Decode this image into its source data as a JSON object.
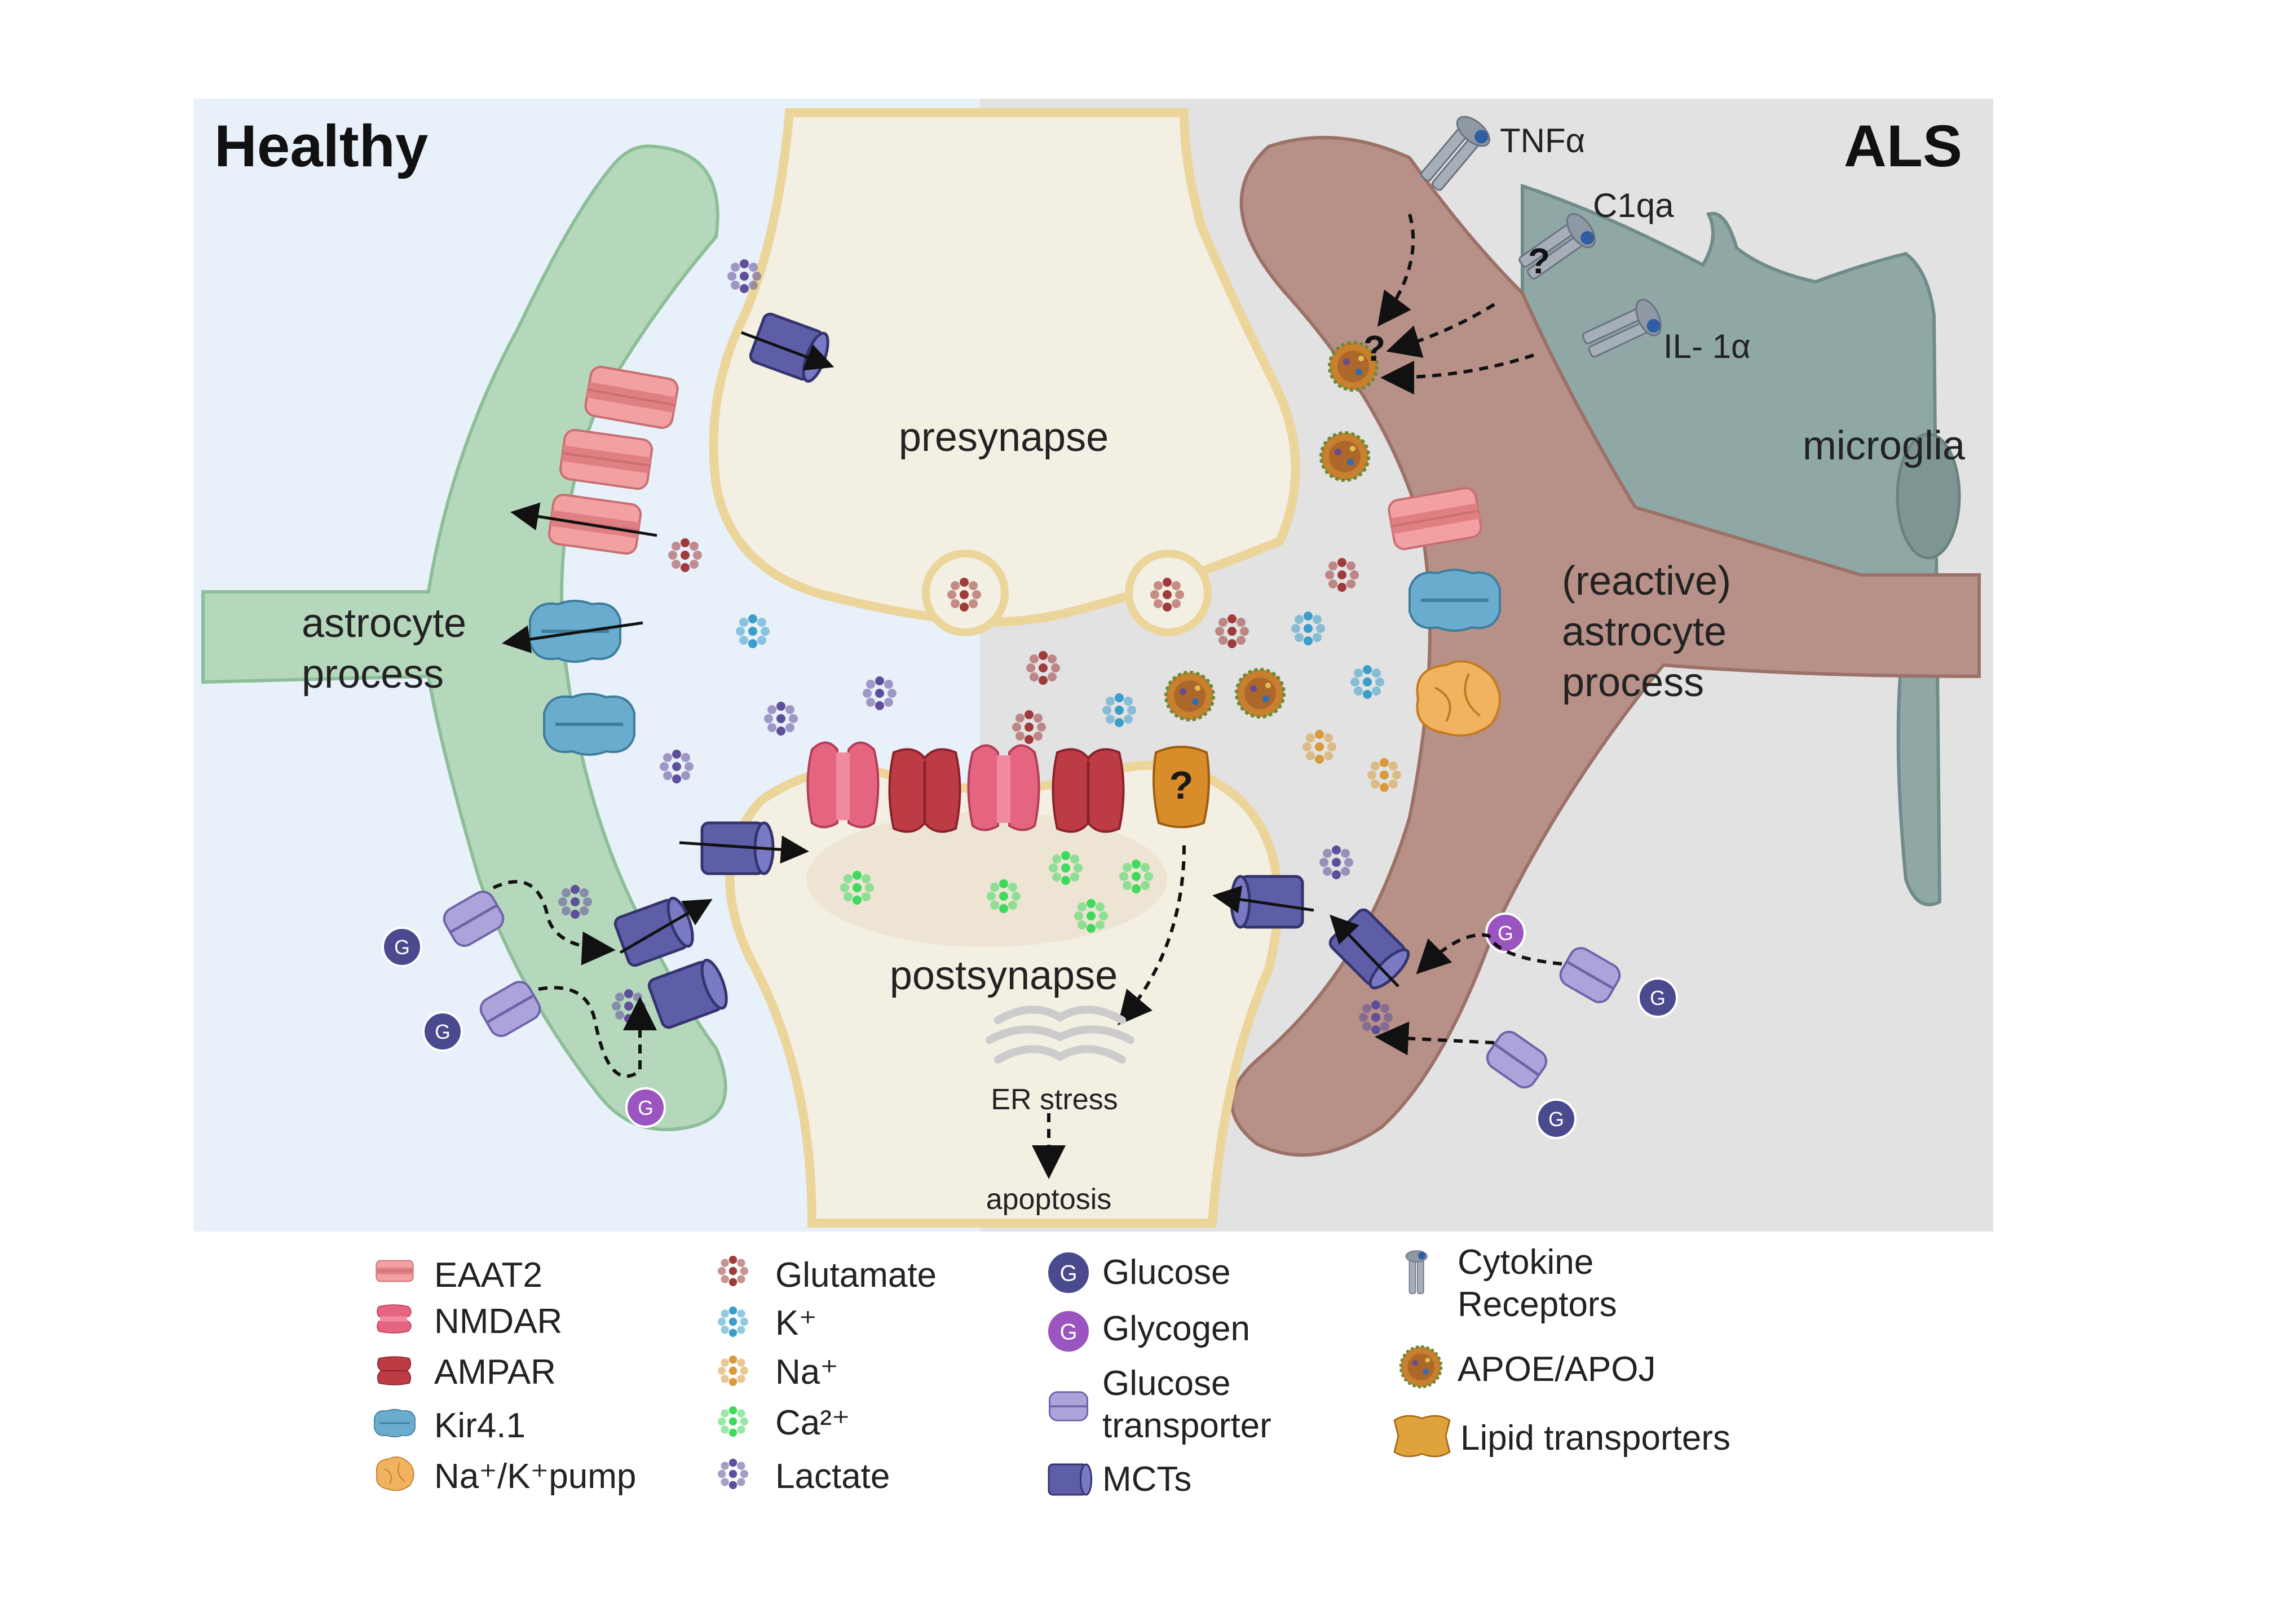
{
  "panels": {
    "healthy_title": "Healthy",
    "als_title": "ALS"
  },
  "labels": {
    "presynapse": "presynapse",
    "postsynapse": "postsynapse",
    "astrocyte_line1": "astrocyte",
    "astrocyte_line2": "process",
    "reactive_line1": "(reactive)",
    "reactive_line2": "astrocyte",
    "reactive_line3": "process",
    "microglia": "microglia",
    "tnfa": "TNFα",
    "c1qa": "C1qa",
    "il1a": "IL- 1α",
    "er_stress": "ER stress",
    "apoptosis": "apoptosis",
    "question": "?"
  },
  "legend": {
    "col1": [
      "EAAT2",
      "NMDAR",
      "AMPAR",
      "Kir4.1",
      "Na⁺/K⁺pump"
    ],
    "col2": [
      "Glutamate",
      "K⁺",
      "Na⁺",
      "Ca²⁺",
      "Lactate"
    ],
    "col3": [
      "Glucose",
      "Glycogen",
      "Glucose",
      "transporter",
      "MCTs"
    ],
    "col4": [
      "Cytokine",
      "Receptors",
      "APOE/APOJ",
      "Lipid transporters"
    ],
    "glucose_letter": "G"
  },
  "colors": {
    "healthy_bg": "#e8f0fa",
    "als_bg": "#e2e2e2",
    "astrocyte": "#b5d8bc",
    "astrocyte_edge": "#8cbf98",
    "reactive": "#b79088",
    "reactive_edge": "#9b7168",
    "microglia": "#8fa8a6",
    "neuron_fill": "#f3efe3",
    "neuron_edge": "#ecd59a",
    "eaat2": "#f2a0a2",
    "nmdar": "#e5647f",
    "ampar": "#bd3b44",
    "kir41": "#6aaccd",
    "pump": "#f2b360",
    "mct": "#5e5ea8",
    "glut": "#aba3da",
    "glutamate": "#9f3b3b",
    "potassium": "#3b9ec9",
    "sodium": "#d89a3a",
    "calcium": "#3fd95d",
    "lactate": "#5f4f9a",
    "glucose": "#4a4a8f",
    "glycogen": "#9a55c0",
    "apoe": "#c9802e",
    "lipid": "#e0a23c",
    "cytokine": "#8f98a5"
  }
}
